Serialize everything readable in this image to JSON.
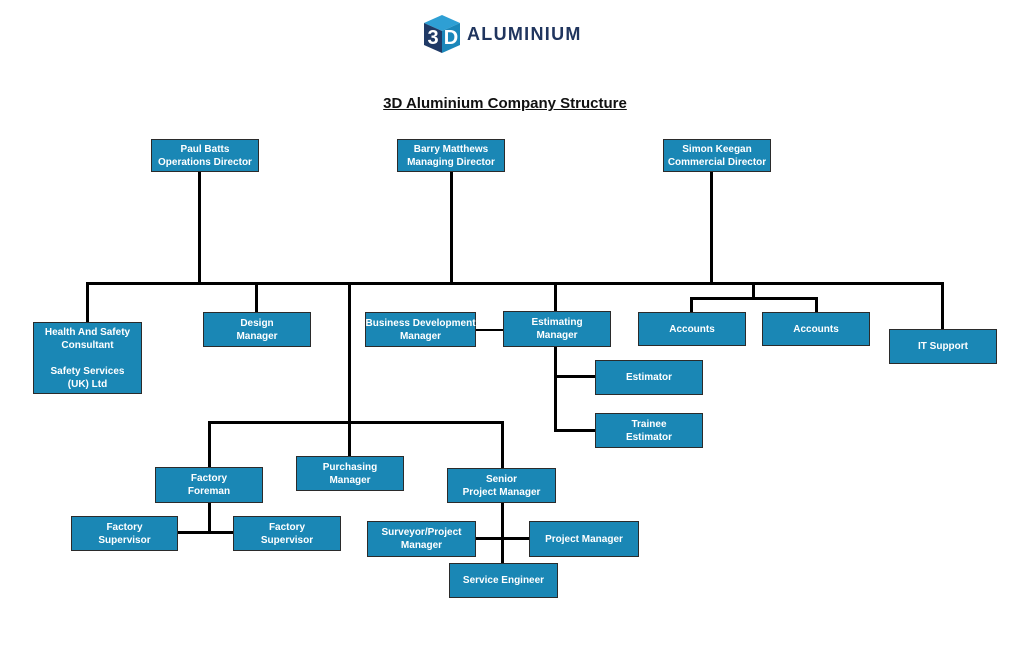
{
  "logo": {
    "cube_left": "3",
    "cube_right": "D",
    "brand": "ALUMINIUM"
  },
  "title": "3D Aluminium Company Structure",
  "nodes": {
    "paul": {
      "label": "Paul Batts\nOperations Director"
    },
    "barry": {
      "label": "Barry Matthews\nManaging Director"
    },
    "simon": {
      "label": "Simon Keegan\nCommercial Director"
    },
    "health": {
      "label": "Health And Safety\nConsultant\n\nSafety Services\n(UK) Ltd"
    },
    "design": {
      "label": "Design\nManager"
    },
    "bdm": {
      "label": "Business Development\nManager"
    },
    "estimating": {
      "label": "Estimating\nManager"
    },
    "accounts1": {
      "label": "Accounts"
    },
    "accounts2": {
      "label": "Accounts"
    },
    "it": {
      "label": "IT Support"
    },
    "estimator": {
      "label": "Estimator"
    },
    "trainee": {
      "label": "Trainee\nEstimator"
    },
    "foreman": {
      "label": "Factory\nForeman"
    },
    "purchasing": {
      "label": "Purchasing\nManager"
    },
    "spm": {
      "label": "Senior\nProject Manager"
    },
    "fsup1": {
      "label": "Factory\nSupervisor"
    },
    "fsup2": {
      "label": "Factory\nSupervisor"
    },
    "surveyor": {
      "label": "Surveyor/Project\nManager"
    },
    "pm": {
      "label": "Project Manager"
    },
    "service": {
      "label": "Service Engineer"
    }
  },
  "colors": {
    "box": "#1a87b5",
    "line": "#000000",
    "brand_text": "#20355e",
    "cube_top": "#2e9fd4",
    "cube_left": "#203a66",
    "cube_right": "#1b87ba"
  }
}
